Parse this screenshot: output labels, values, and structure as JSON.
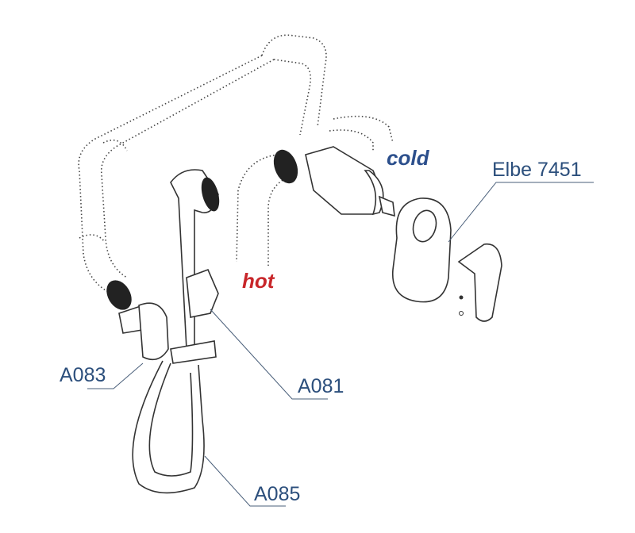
{
  "labels": {
    "mixer": "Elbe 7451",
    "holder": "A081",
    "outlet": "A083",
    "hose": "A085",
    "cold": "cold",
    "hot": "hot"
  },
  "colors": {
    "label": "#2c4f7c",
    "cold": "#2c4f8c",
    "hot": "#c8262a"
  }
}
